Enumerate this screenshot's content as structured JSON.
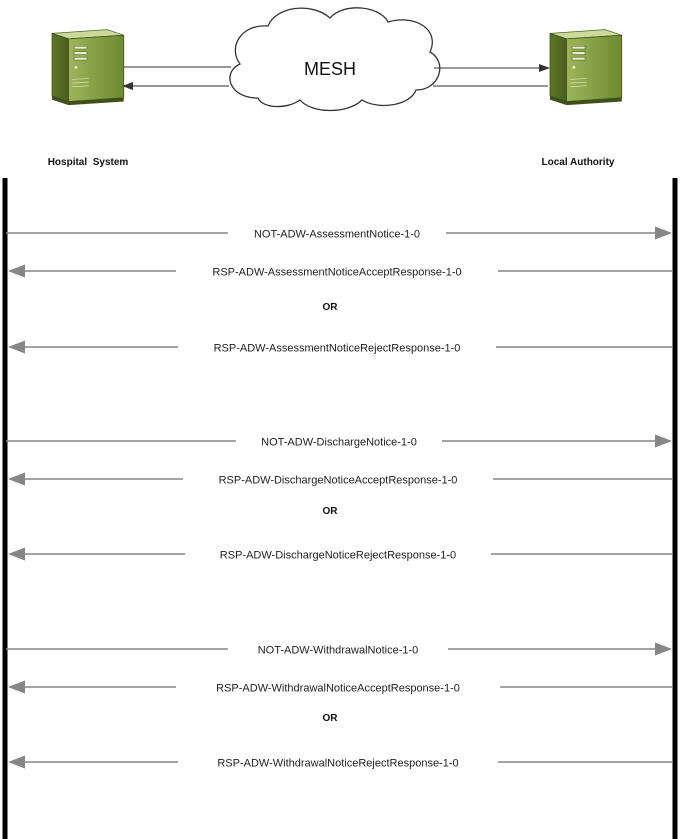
{
  "cloud": {
    "label": "MESH"
  },
  "participants": {
    "left": {
      "label": "Hospital  System",
      "icon": "server-icon"
    },
    "right": {
      "label": "Local Authority",
      "icon": "server-icon"
    }
  },
  "or_label": "OR",
  "groups": [
    {
      "request": "NOT-ADW-AssessmentNotice-1-0",
      "accept": "RSP-ADW-AssessmentNoticeAcceptResponse-1-0",
      "reject": "RSP-ADW-AssessmentNoticeRejectResponse-1-0"
    },
    {
      "request": "NOT-ADW-DischargeNotice-1-0",
      "accept": "RSP-ADW-DischargeNoticeAcceptResponse-1-0",
      "reject": "RSP-ADW-DischargeNoticeRejectResponse-1-0"
    },
    {
      "request": "NOT-ADW-WithdrawalNotice-1-0",
      "accept": "RSP-ADW-WithdrawalNoticeAcceptResponse-1-0",
      "reject": "RSP-ADW-WithdrawalNoticeRejectResponse-1-0"
    }
  ],
  "colors": {
    "arrow": "#868686",
    "lifeline": "#000000",
    "server_body": "#7f9a3a",
    "server_light": "#c4d48a",
    "server_dark": "#4f6424",
    "cloud_stroke": "#333333"
  }
}
